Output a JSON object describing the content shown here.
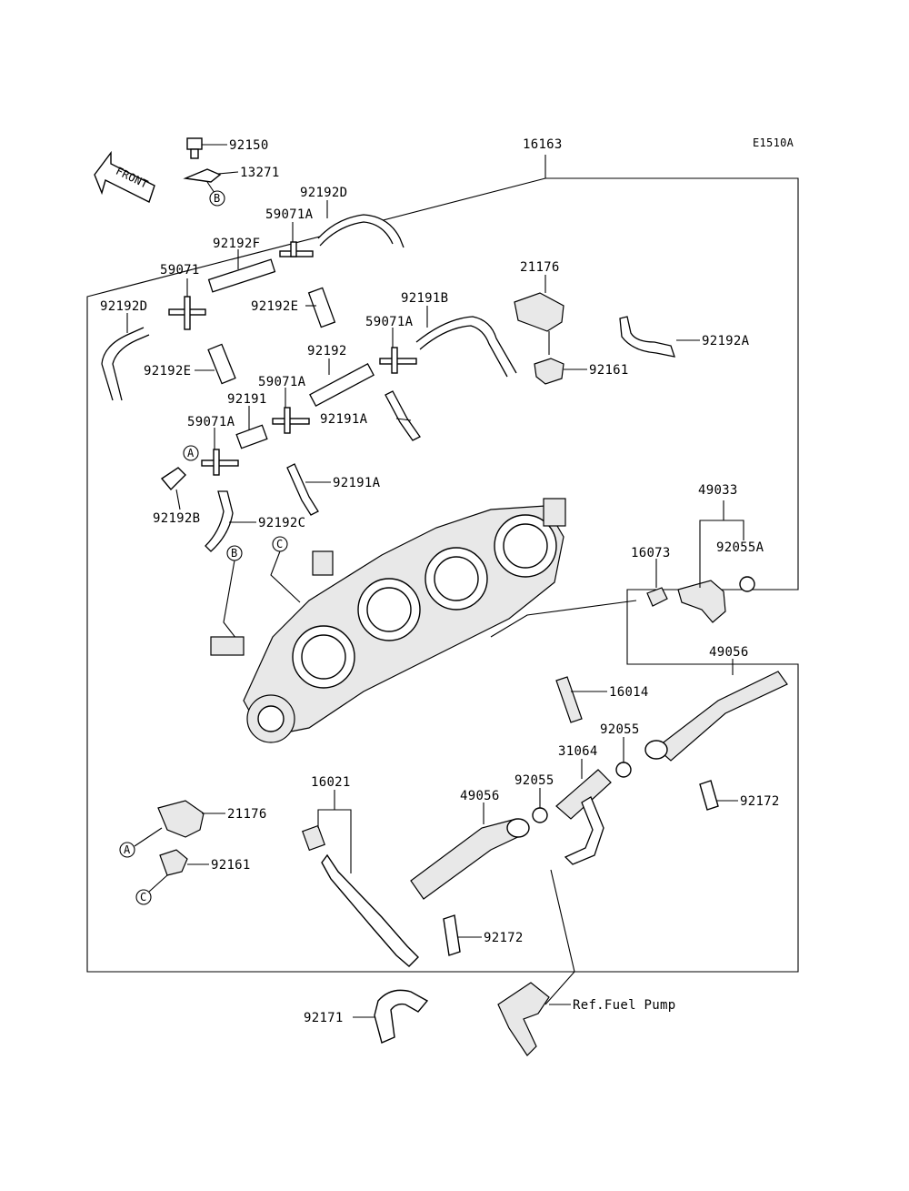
{
  "diagram_code": "E1510A",
  "front_label": "FRONT",
  "callouts": {
    "A": "A",
    "B": "B",
    "C": "C"
  },
  "parts": {
    "p92150": "92150",
    "p13271": "13271",
    "p16163": "16163",
    "p92192D_top": "92192D",
    "p59071A_top": "59071A",
    "p92192F": "92192F",
    "p59071": "59071",
    "p92192D_left": "92192D",
    "p92192E_mid": "92192E",
    "p92192E_left": "92192E",
    "p92191B": "92191B",
    "p59071A_mid": "59071A",
    "p92192": "92192",
    "p59071A_low": "59071A",
    "p92191": "92191",
    "p59071A_left": "59071A",
    "p92191A_upper": "92191A",
    "p92191A_lower": "92191A",
    "p92192B": "92192B",
    "p92192C": "92192C",
    "p21176_top": "21176",
    "p92192A": "92192A",
    "p92161_top": "92161",
    "p49033": "49033",
    "p92055A": "92055A",
    "p16073": "16073",
    "p49056_right": "49056",
    "p16014": "16014",
    "p92055_right": "92055",
    "p31064": "31064",
    "p92055_mid": "92055",
    "p49056_mid": "49056",
    "p92172_right": "92172",
    "p16021": "16021",
    "p21176_bottom": "21176",
    "p92161_bottom": "92161",
    "p92172_mid": "92172",
    "p92171": "92171",
    "ref_fuel_pump": "Ref.Fuel Pump"
  }
}
